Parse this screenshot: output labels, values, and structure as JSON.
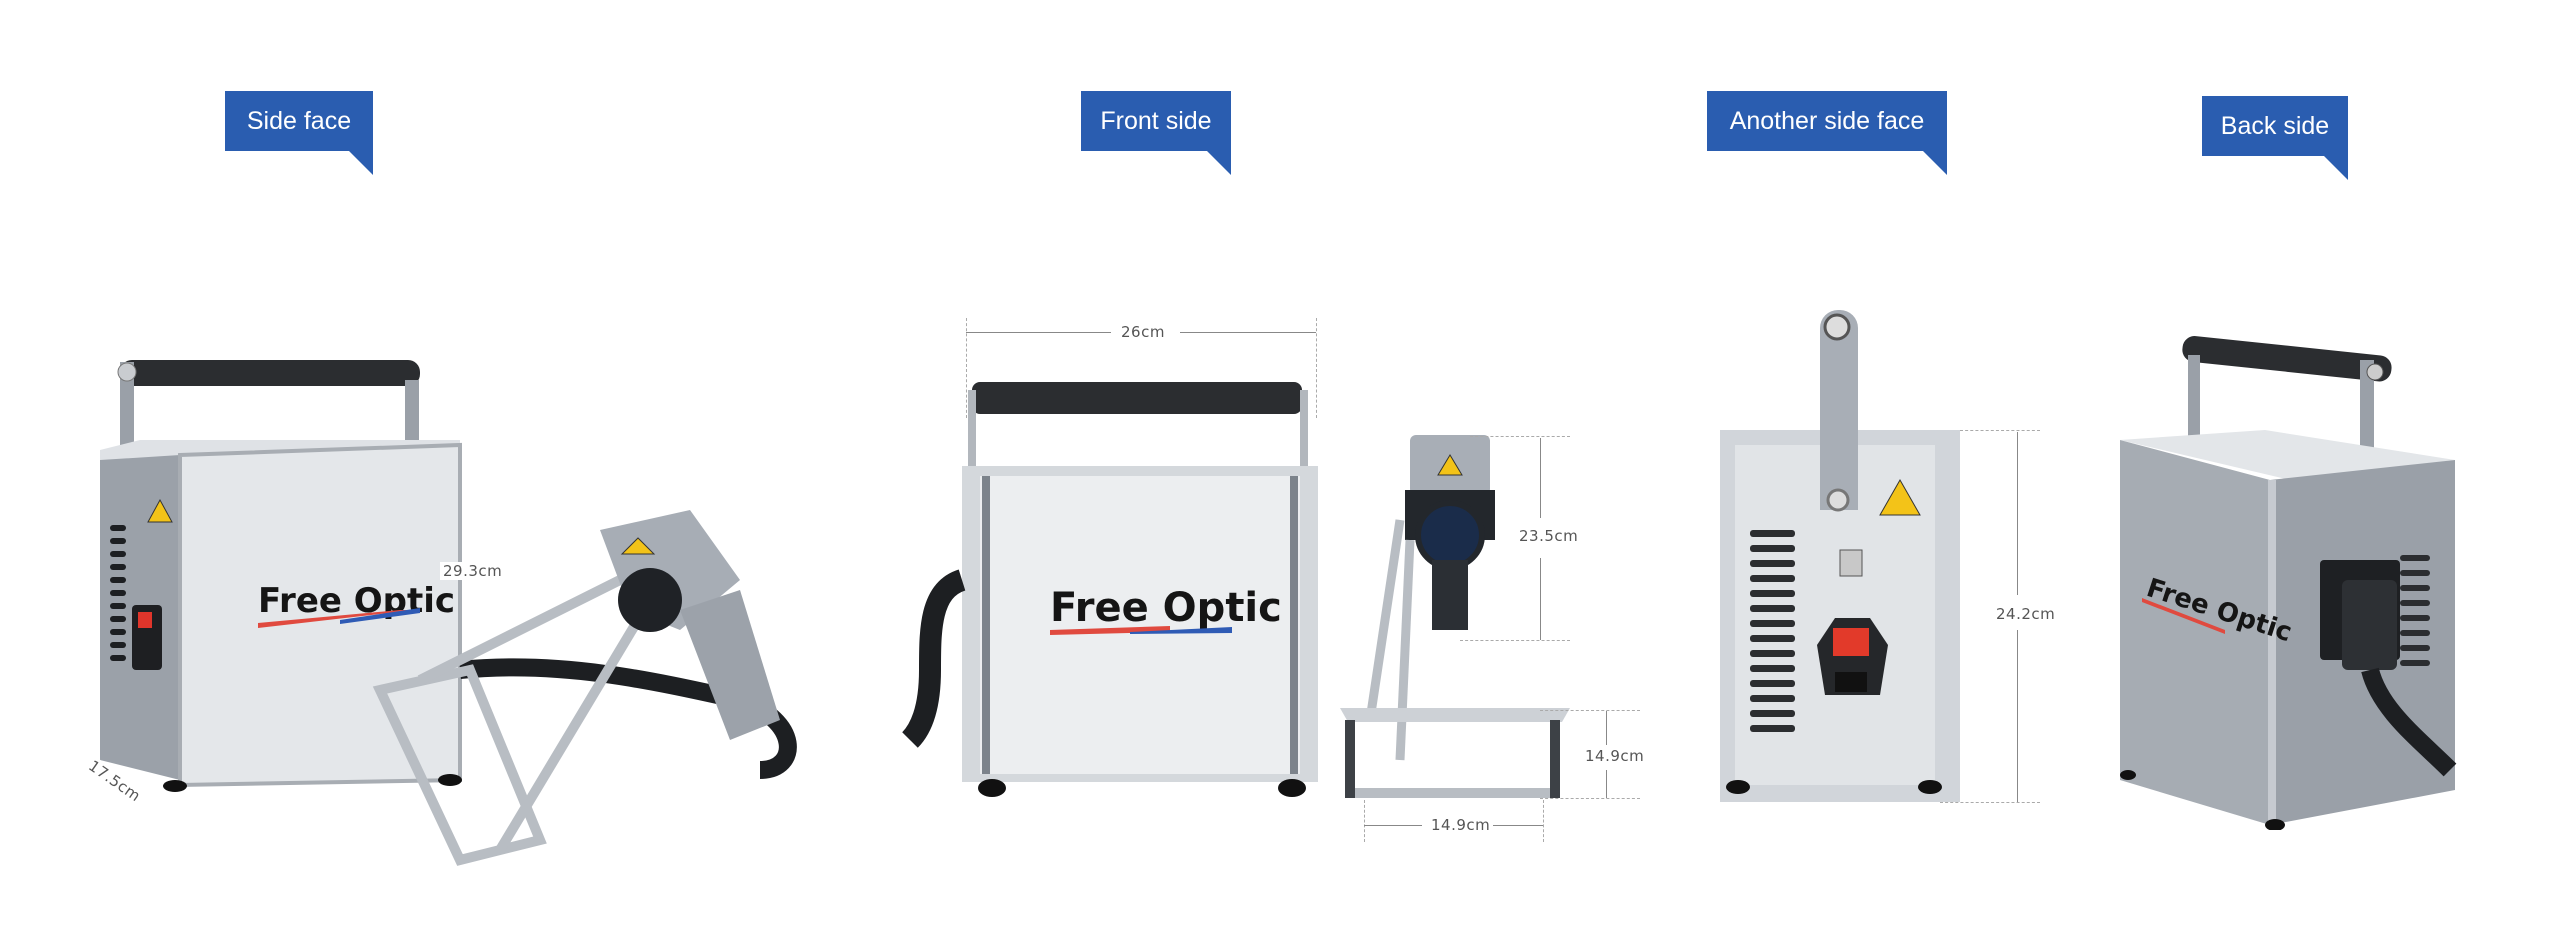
{
  "views": [
    {
      "id": "side",
      "label": "Side face"
    },
    {
      "id": "front",
      "label": "Front side"
    },
    {
      "id": "another-side",
      "label": "Another side face"
    },
    {
      "id": "back",
      "label": "Back side"
    }
  ],
  "brand": {
    "logo_text": "Free Optic",
    "stripe_colors": [
      "#e04a3f",
      "#2f5bb5"
    ]
  },
  "dimensions": {
    "side_depth": "17.5cm",
    "side_head_length": "29.3cm",
    "front_width": "26cm",
    "front_head_height": "23.5cm",
    "front_frame_height": "14.9cm",
    "front_frame_width": "14.9cm",
    "back_height": "24.2cm"
  },
  "colors": {
    "badge": "#2a5db0",
    "badge_text": "#ffffff",
    "dimension_text": "#555555",
    "warning": "#f3c318"
  }
}
